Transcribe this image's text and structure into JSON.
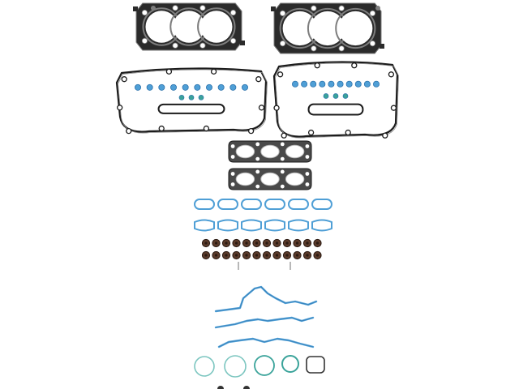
{
  "scene": {
    "background": "#ffffff",
    "colors": {
      "metal": "#2b2b2b",
      "metal_light": "#7d7d7d",
      "bore": "#ffffff",
      "rubber_blue": "#4f9fd6",
      "rubber_blue_dark": "#2f74ad",
      "teal": "#3aa39a",
      "seal_brown": "#5a3a2a",
      "seal_dark": "#2a1a12",
      "pin": "#b8b8b8"
    },
    "parts": {
      "head_gaskets": 2,
      "valve_cover_gaskets": 2,
      "exhaust_manifold_gaskets": 2,
      "intake_gasket_rows": 2,
      "valve_stem_seal_rows": 2,
      "timing_cover_seals": 3,
      "o_rings": 5
    }
  }
}
